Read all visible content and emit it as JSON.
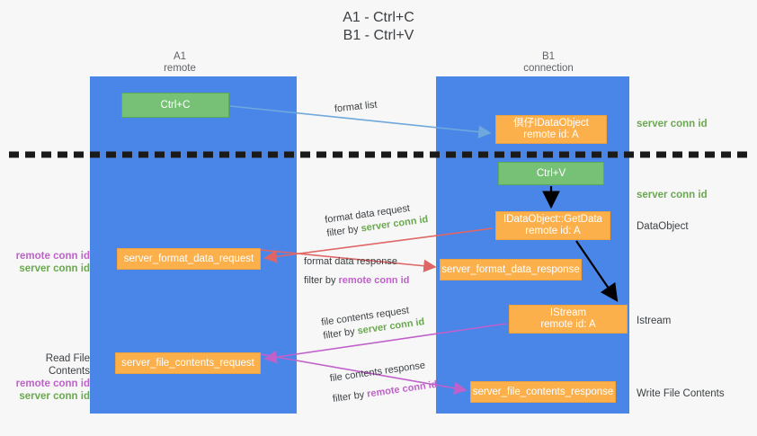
{
  "title": "A1 - Ctrl+C\nB1 - Ctrl+V",
  "lanes": {
    "a1": {
      "header": "A1\nremote"
    },
    "b1": {
      "header": "B1\nconnection"
    }
  },
  "boxes": {
    "ctrl_c": "Ctrl+C",
    "ctrl_v": "Ctrl+V",
    "idataobject_clipboard": "倶仔IDataObject\nremote id: A",
    "idataobject_getdata": "IDataObject::GetData\nremote id: A",
    "istream": "IStream\nremote id: A",
    "server_format_data_request": "server_format_data_request",
    "server_format_data_response": "server_format_data_response",
    "server_file_contents_request": "server_file_contents_request",
    "server_file_contents_response": "server_file_contents_response"
  },
  "edge_labels": {
    "format_list": {
      "line1": "format list"
    },
    "format_data_request": {
      "line1": "format data request",
      "line2_prefix": "filter by ",
      "line2_conn": "server conn id"
    },
    "format_data_response": {
      "line1": "format data response",
      "line2_prefix": "filter by ",
      "line2_conn": "remote conn id"
    },
    "file_contents_request": {
      "line1": "file contents request",
      "line2_prefix": "filter by ",
      "line2_conn": "server conn id"
    },
    "file_contents_response": {
      "line1": "file contents response",
      "line2_prefix": "filter by ",
      "line2_conn": "remote conn id"
    }
  },
  "side_notes": {
    "right_1": "server conn id",
    "right_2": "server conn id",
    "right_3": "DataObject",
    "right_4": "Istream",
    "right_5": "Write File Contents",
    "left_1_remote": "remote conn id",
    "left_1_server": "server conn id",
    "left_2_title": "Read File Contents",
    "left_2_remote": "remote conn id",
    "left_2_server": "server conn id"
  },
  "colors": {
    "lane": "#4a86e8",
    "green_box": "#76c176",
    "orange_box": "#fbb04b",
    "remote_conn": "#c061cb",
    "server_conn": "#6aa84f",
    "blue_arrow": "#6fa8dc",
    "red_arrow": "#e06666",
    "magenta_arrow": "#c061cb",
    "black_arrow": "#000000",
    "background": "#f7f7f7"
  }
}
